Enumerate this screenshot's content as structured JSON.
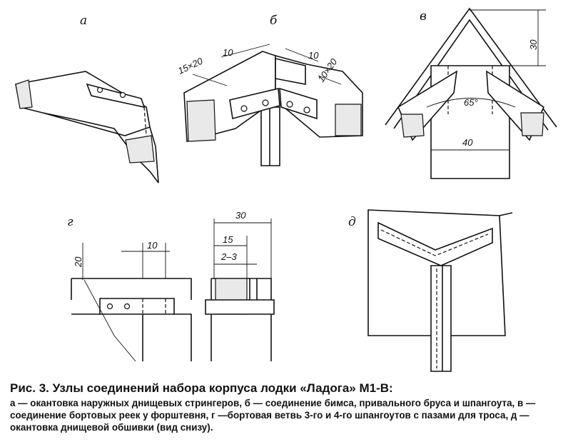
{
  "labels": {
    "a": "а",
    "b": "б",
    "v": "в",
    "g": "г",
    "d": "д"
  },
  "dimensions": {
    "b_top_left": "10",
    "b_top_right": "10",
    "b_left": "15×20",
    "b_right": "10×20",
    "v_height": "30",
    "v_angle": "65°",
    "v_width": "40",
    "g_height": "20",
    "g_width": "10",
    "g2_total": "30",
    "g2_mid": "15",
    "g2_slot": "2–3"
  },
  "caption": {
    "title": "Рис. 3. Узлы соединений набора корпуса лодки «Ладога» М1-В:",
    "body": "а — окантовка наружных днищевых стрингеров, б — соединение бимса, привального бруса и шпангоута, в — соединение бортовых реек у форштевня, г —бортовая ветвь 3-го и 4-го шпангоутов с пазами для троса, д — окантовка днищевой обшивки (вид снизу)."
  }
}
